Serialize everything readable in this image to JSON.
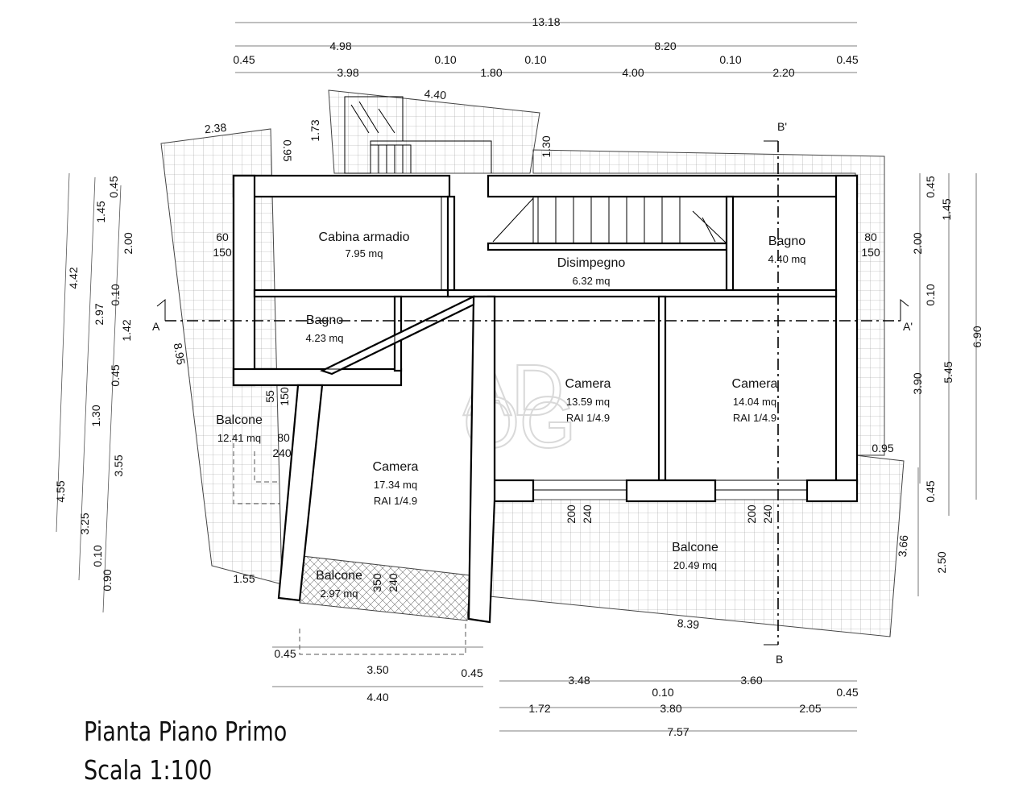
{
  "plan": {
    "title": "Pianta Piano Primo",
    "scale": "Scala 1:100",
    "watermark": [
      "AD",
      "OG"
    ],
    "rooms": {
      "cabina": {
        "name": "Cabina armadio",
        "area": "7.95 mq"
      },
      "disimpegno": {
        "name": "Disimpegno",
        "area": "6.32 mq"
      },
      "bagno_r": {
        "name": "Bagno",
        "area": "4.40 mq"
      },
      "bagno_l": {
        "name": "Bagno",
        "area": "4.23 mq"
      },
      "camera_1": {
        "name": "Camera",
        "area": "13.59 mq",
        "rai": "RAI 1/4.9"
      },
      "camera_2": {
        "name": "Camera",
        "area": "14.04  mq",
        "rai": "RAI 1/4.9"
      },
      "camera_3": {
        "name": "Camera",
        "area": "17.34 mq",
        "rai": "RAI 1/4.9"
      },
      "balcone_w": {
        "name": "Balcone",
        "area": "12.41 mq"
      },
      "balcone_s": {
        "name": "Balcone",
        "area": "20.49 mq"
      },
      "balcone_c": {
        "name": "Balcone",
        "area": "2.97 mq"
      }
    },
    "sections": {
      "a": "A",
      "a2": "A'",
      "b_top": "B'",
      "b_bottom": "B"
    },
    "dims_top": [
      "13.18",
      "4.98",
      "8.20",
      "0.45",
      "0.10",
      "0.10",
      "0.10",
      "0.45",
      "3.98",
      "1.80",
      "4.00",
      "2.20"
    ],
    "dims_stair": [
      "4.40",
      "2.38",
      "1.73",
      "0.95",
      "1.30"
    ],
    "dims_left": [
      "4.42",
      "8.95",
      "2.97",
      "1.30",
      "4.55",
      "3.25",
      "3.55",
      "0.10",
      "0.90",
      "0.45",
      "1.45",
      "2.00",
      "0.10",
      "1.42",
      "0.45"
    ],
    "dims_right": [
      "0.45",
      "1.45",
      "2.00",
      "0.10",
      "3.90",
      "5.45",
      "6.90",
      "0.45",
      "2.50",
      "3.66",
      "0.95"
    ],
    "dims_bottom": [
      "8.39",
      "1.55",
      "0.45",
      "3.50",
      "0.45",
      "4.40",
      "3.48",
      "0.10",
      "3.60",
      "0.45",
      "1.72",
      "3.80",
      "2.05",
      "7.57"
    ],
    "openings": [
      "60",
      "150",
      "80",
      "150",
      "55",
      "150",
      "80",
      "240",
      "200",
      "240",
      "200",
      "240",
      "350",
      "240"
    ]
  }
}
